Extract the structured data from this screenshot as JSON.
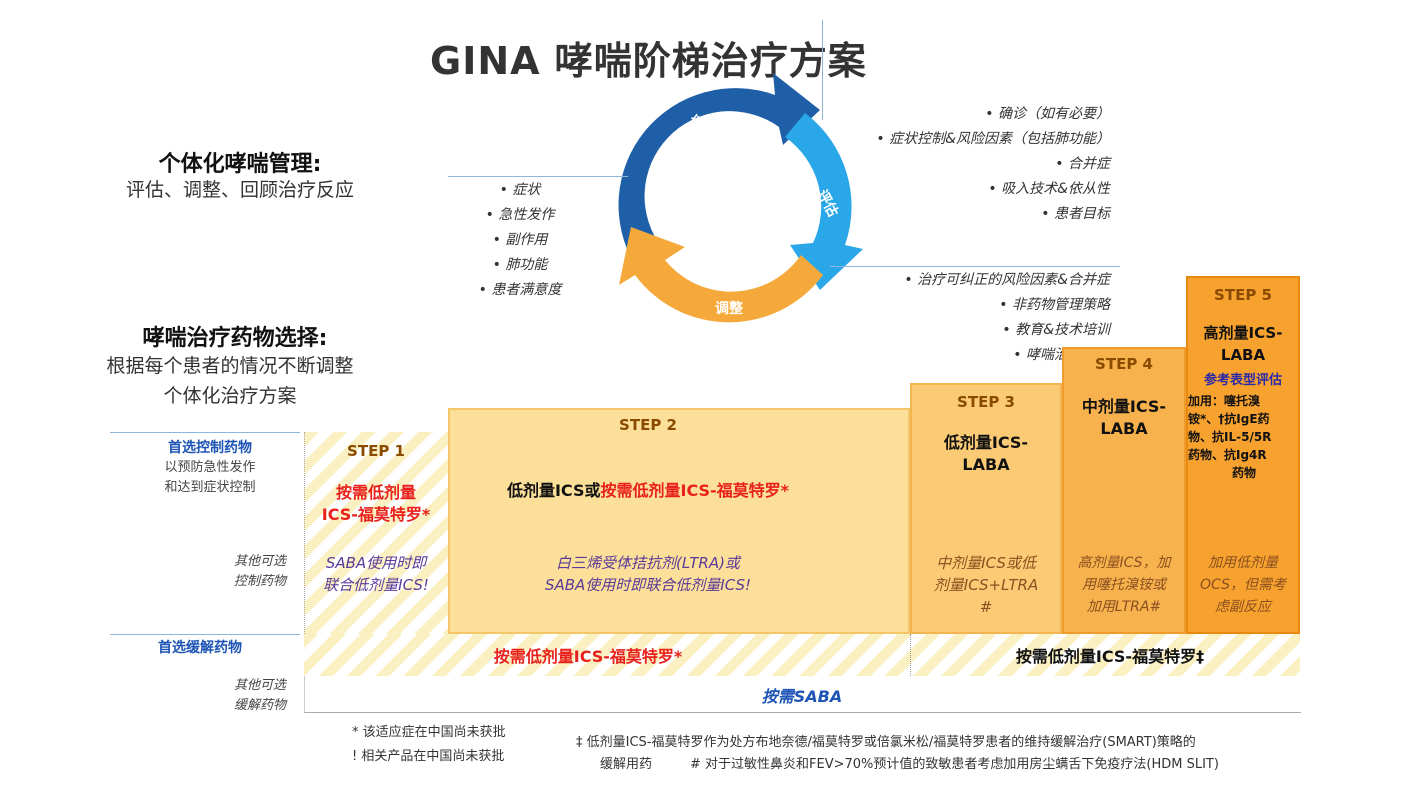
{
  "title": "GINA 哮喘阶梯治疗方案",
  "left": {
    "management_heading": "个体化哮喘管理:",
    "management_sub": "评估、调整、回顾治疗反应",
    "selection_heading": "哮喘治疗药物选择:",
    "selection_sub_1": "根据每个患者的情况不断调整",
    "selection_sub_2": "个体化治疗方案"
  },
  "cycle": {
    "segments": [
      "治疗效应",
      "评估",
      "调整"
    ],
    "colors": {
      "review": "#1f5fa8",
      "assess": "#2aa7e8",
      "adjust": "#f5a93a"
    }
  },
  "assess_bullets": [
    "确诊（如有必要）",
    "症状控制&风险因素（包括肺功能）",
    "合并症",
    "吸入技术&依从性",
    "患者目标"
  ],
  "review_bullets": [
    "症状",
    "急性发作",
    "副作用",
    "肺功能",
    "患者满意度"
  ],
  "adjust_bullets": [
    "治疗可纠正的风险因素&合并症",
    "非药物管理策略",
    "教育&技术培训",
    "哮喘治疗药物"
  ],
  "categories": {
    "preferred_controller_title": "首选控制药物",
    "preferred_controller_sub_1": "以预防急性发作",
    "preferred_controller_sub_2": "和达到症状控制",
    "other_controller_1": "其他可选",
    "other_controller_2": "控制药物",
    "preferred_reliever": "首选缓解药物",
    "other_reliever_1": "其他可选",
    "other_reliever_2": "缓解药物"
  },
  "steps": {
    "s1": {
      "label": "STEP 1",
      "main_1": "按需低剂量",
      "main_2": "ICS-福莫特罗*",
      "alt_1": "SABA使用时即",
      "alt_2": "联合低剂量ICS!"
    },
    "s2": {
      "label": "STEP 2",
      "main_a": "低剂量ICS或",
      "main_b": "按需低剂量ICS-福莫特罗*",
      "alt_1": "白三烯受体拮抗剂(LTRA)或",
      "alt_2": "SABA使用时即联合低剂量ICS!"
    },
    "s3": {
      "label": "STEP 3",
      "main_1": "低剂量ICS-",
      "main_2": "LABA",
      "alt_1": "中剂量ICS或低",
      "alt_2": "剂量ICS+LTRA",
      "alt_3": "#"
    },
    "s4": {
      "label": "STEP 4",
      "main_1": "中剂量ICS-",
      "main_2": "LABA",
      "alt_1": "高剂量ICS，加",
      "alt_2": "用噻托溴铵或",
      "alt_3": "加用LTRA#"
    },
    "s5": {
      "label": "STEP 5",
      "main_1": "高剂量ICS-",
      "main_2": "LABA",
      "pheno": "参考表型评估",
      "add_1": "加用：噻托溴",
      "add_2": "铵*、†抗IgE药",
      "add_3": "物、抗IL-5/5R",
      "add_4": "药物、抗Ig4R",
      "add_5": "药物",
      "alt_1": "加用低剂量",
      "alt_2": "OCS，但需考",
      "alt_3": "虑副反应"
    }
  },
  "reliever": {
    "steps12": "按需低剂量ICS-福莫特罗*",
    "steps35": "按需低剂量ICS-福莫特罗‡",
    "other": "按需SABA"
  },
  "footnotes": {
    "star": "* 该适应症在中国尚未获批",
    "bang": "! 相关产品在中国尚未获批",
    "dagger_1": "‡ 低剂量ICS-福莫特罗作为处方布地奈德/福莫特罗或倍氯米松/福莫特罗患者的维持缓解治疗(SMART)策略的",
    "dagger_2": "缓解用药",
    "hash": "# 对于过敏性鼻炎和FEV>70%预计值的致敏患者考虑加用房尘螨舌下免疫疗法(HDM SLIT)"
  }
}
